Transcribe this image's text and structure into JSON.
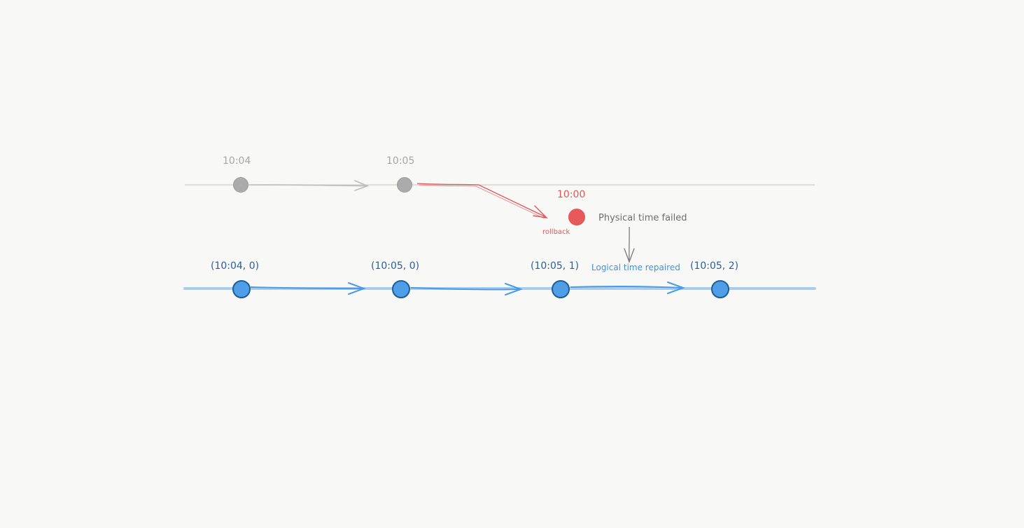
{
  "colors": {
    "physical": "#a6a6a6",
    "physical_line": "#cfcfcf",
    "rollback": "#e05656",
    "logical_line": "#a9cdec",
    "logical_node": "#4f9ee8",
    "logical_node_stroke": "#1f5d96",
    "logical_arrow": "#4b9be6",
    "note": "#6e6e6e",
    "note_blue": "#3f93e0"
  },
  "physical_timeline": {
    "events": [
      {
        "label": "10:04"
      },
      {
        "label": "10:05"
      }
    ],
    "rollback": {
      "time": "10:00",
      "label": "rollback"
    }
  },
  "logical_timeline": {
    "events": [
      {
        "label": "(10:04, 0)"
      },
      {
        "label": "(10:05, 0)"
      },
      {
        "label": "(10:05, 1)"
      },
      {
        "label": "(10:05, 2)"
      }
    ]
  },
  "annotations": {
    "physical_failed": "Physical time failed",
    "logical_repaired": "Logical time repaired"
  }
}
